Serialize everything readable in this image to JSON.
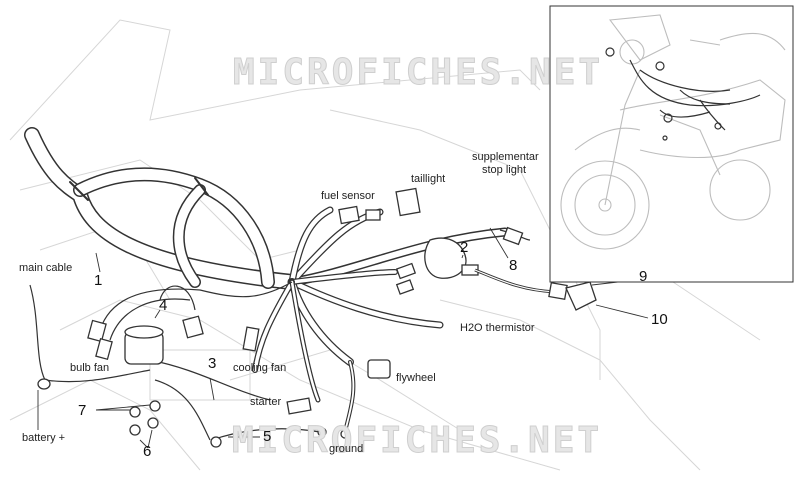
{
  "watermark": "MICROFICHES.NET",
  "labels": {
    "main_cable": "main cable",
    "bulb_fan": "bulb fan",
    "cooling_fan": "cooling fan",
    "battery": "battery +",
    "starter": "starter",
    "ground": "ground",
    "flywheel": "flywheel",
    "h2o_thermistor": "H2O thermistor",
    "fuel_sensor": "fuel sensor",
    "taillight": "taillight",
    "supplementary_line1": "supplementar",
    "supplementary_line2": "stop light"
  },
  "callouts": [
    "1",
    "2",
    "3",
    "4",
    "5",
    "6",
    "7",
    "8",
    "9",
    "10"
  ],
  "colors": {
    "line": "#333333",
    "frame_ghost": "#d6d6d6",
    "text": "#222222"
  }
}
